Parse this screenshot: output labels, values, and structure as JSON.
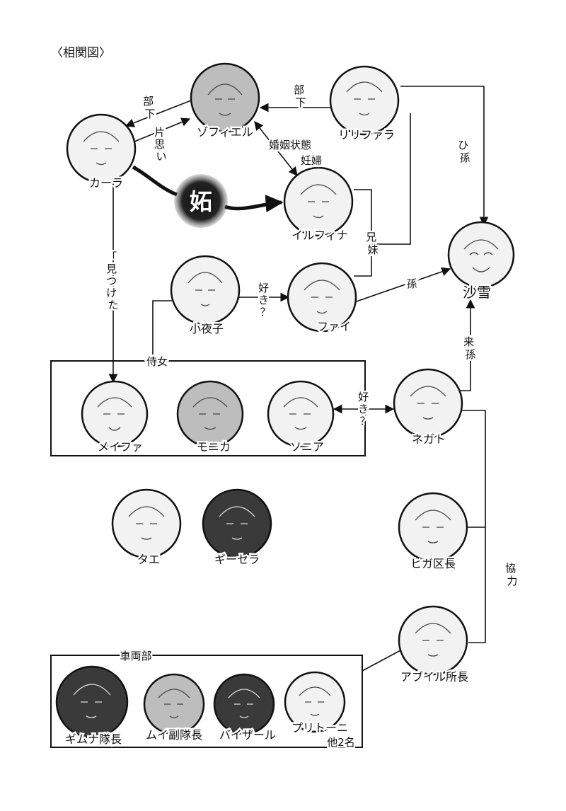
{
  "title": "〈相関図〉",
  "characters": {
    "sofiel": "ゾフィエル",
    "ririfara": "リリファラ",
    "kara": "カーラ",
    "irufina": "イルフィナ",
    "sayuki": "沙雪",
    "sayoko": "小夜子",
    "fai": "ファイ",
    "meifa": "メイファ",
    "monika": "モニカ",
    "sonia": "ソニア",
    "negato": "ネガト",
    "tae": "タエ",
    "gisera": "ギーセラ",
    "higa": "ヒガ区長",
    "abil": "アブイル所長",
    "gimuna": "ギムナ隊長",
    "mui": "ムイ副隊長",
    "baizar": "バイザール",
    "puritoni": "プリトーニ"
  },
  "relations": {
    "buka_left": "部下",
    "buka_right": "部下",
    "kataomoi": "片思い",
    "konin": "婚姻状態",
    "ninpu": "妊婦",
    "himago": "ひ孫",
    "kyodai": "兄妹",
    "mitsuketa": "「見つけた」",
    "suki_sayoko": "好き？",
    "mago": "孫",
    "raison": "来孫",
    "jijo": "侍女",
    "suki_sonia": "好き？",
    "kyoryoku": "協力",
    "jealousy": "妬"
  },
  "groups": {
    "sharyobu": "車両部",
    "others": "他2名"
  }
}
